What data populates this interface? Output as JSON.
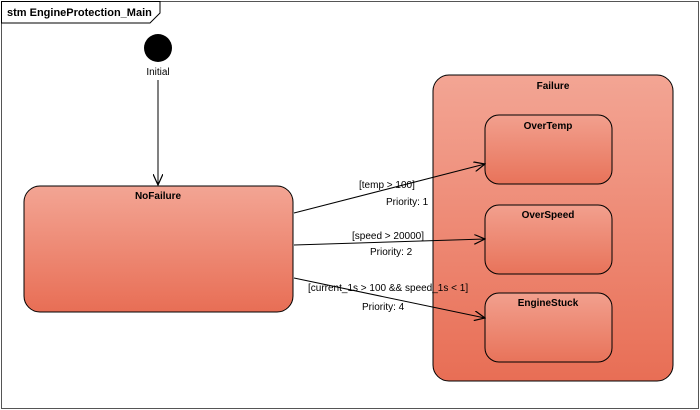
{
  "frame": {
    "title": "stm EngineProtection_Main"
  },
  "initial": {
    "label": "Initial"
  },
  "states": {
    "no_failure": {
      "name": "NoFailure"
    },
    "failure": {
      "name": "Failure"
    },
    "over_temp": {
      "name": "OverTemp"
    },
    "over_speed": {
      "name": "OverSpeed"
    },
    "engine_stuck": {
      "name": "EngineStuck"
    }
  },
  "transitions": [
    {
      "guard": "[temp > 100]",
      "priority": "Priority: 1"
    },
    {
      "guard": "[speed > 20000]",
      "priority": "Priority: 2"
    },
    {
      "guard": "[current_1s > 100 && speed_1s < 1]",
      "priority": "Priority: 4"
    }
  ],
  "colors": {
    "state_fill_top": "#f3a594",
    "state_fill_bottom": "#e86e55",
    "outline": "#000000"
  }
}
